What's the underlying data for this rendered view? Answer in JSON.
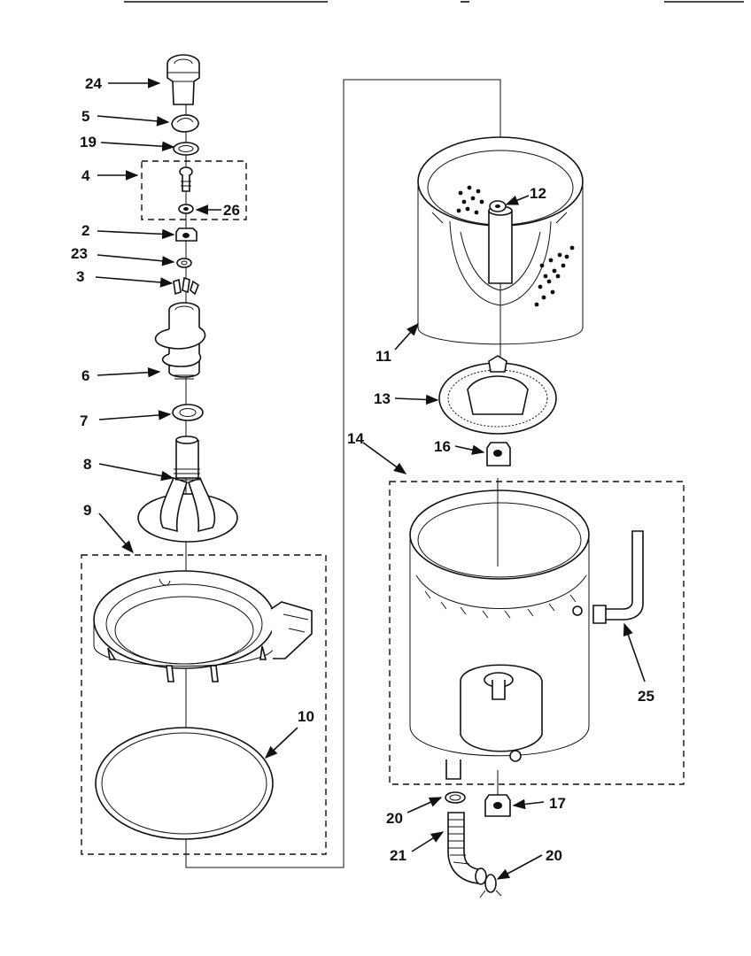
{
  "parts": [
    {
      "id": "24",
      "label": "24"
    },
    {
      "id": "5",
      "label": "5"
    },
    {
      "id": "19",
      "label": "19"
    },
    {
      "id": "4",
      "label": "4"
    },
    {
      "id": "26",
      "label": "26"
    },
    {
      "id": "2",
      "label": "2"
    },
    {
      "id": "23",
      "label": "23"
    },
    {
      "id": "3",
      "label": "3"
    },
    {
      "id": "6",
      "label": "6"
    },
    {
      "id": "7",
      "label": "7"
    },
    {
      "id": "8",
      "label": "8"
    },
    {
      "id": "9",
      "label": "9"
    },
    {
      "id": "10",
      "label": "10"
    },
    {
      "id": "11",
      "label": "11"
    },
    {
      "id": "12",
      "label": "12"
    },
    {
      "id": "13",
      "label": "13"
    },
    {
      "id": "14",
      "label": "14"
    },
    {
      "id": "16",
      "label": "16"
    },
    {
      "id": "25",
      "label": "25"
    },
    {
      "id": "20a",
      "label": "20"
    },
    {
      "id": "17",
      "label": "17"
    },
    {
      "id": "21",
      "label": "21"
    },
    {
      "id": "20b",
      "label": "20"
    }
  ]
}
